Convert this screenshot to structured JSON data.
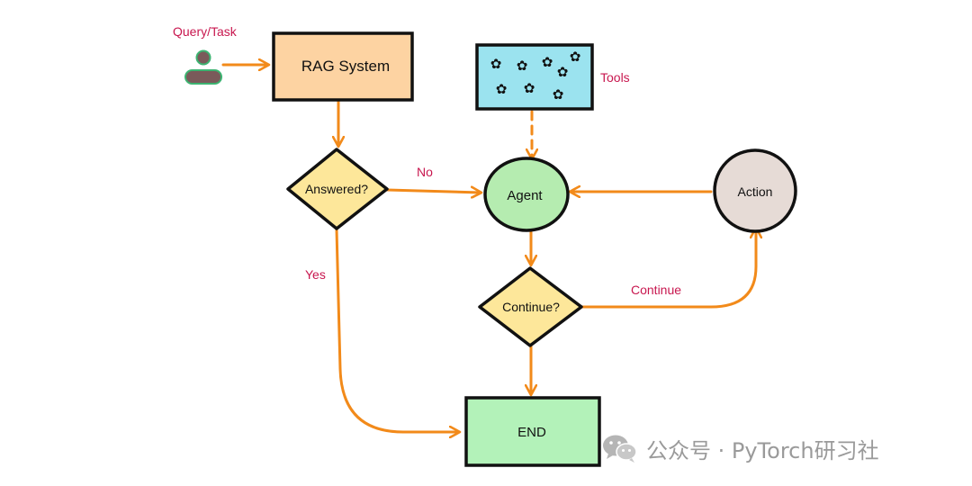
{
  "nodes": {
    "query_label": "Query/Task",
    "rag_system": "RAG System",
    "tools_label": "Tools",
    "answered": "Answered?",
    "agent": "Agent",
    "action": "Action",
    "continue_decision": "Continue?",
    "end": "END"
  },
  "edges": {
    "no": "No",
    "yes": "Yes",
    "continue": "Continue"
  },
  "watermark": {
    "text": "公众号 · PyTorch研习社",
    "icon": "wechat-icon"
  },
  "colors": {
    "arrow": "#f28a1a",
    "accent_text": "#c8174f",
    "rag_fill": "#fdd3a2",
    "tools_fill": "#9be3ef",
    "decision_fill": "#fde79a",
    "agent_fill": "#b5ecb0",
    "action_fill": "#e6dbd6",
    "end_fill": "#b3f2b9",
    "user_icon": "#7a5a5a",
    "user_outline": "#3cb371"
  }
}
